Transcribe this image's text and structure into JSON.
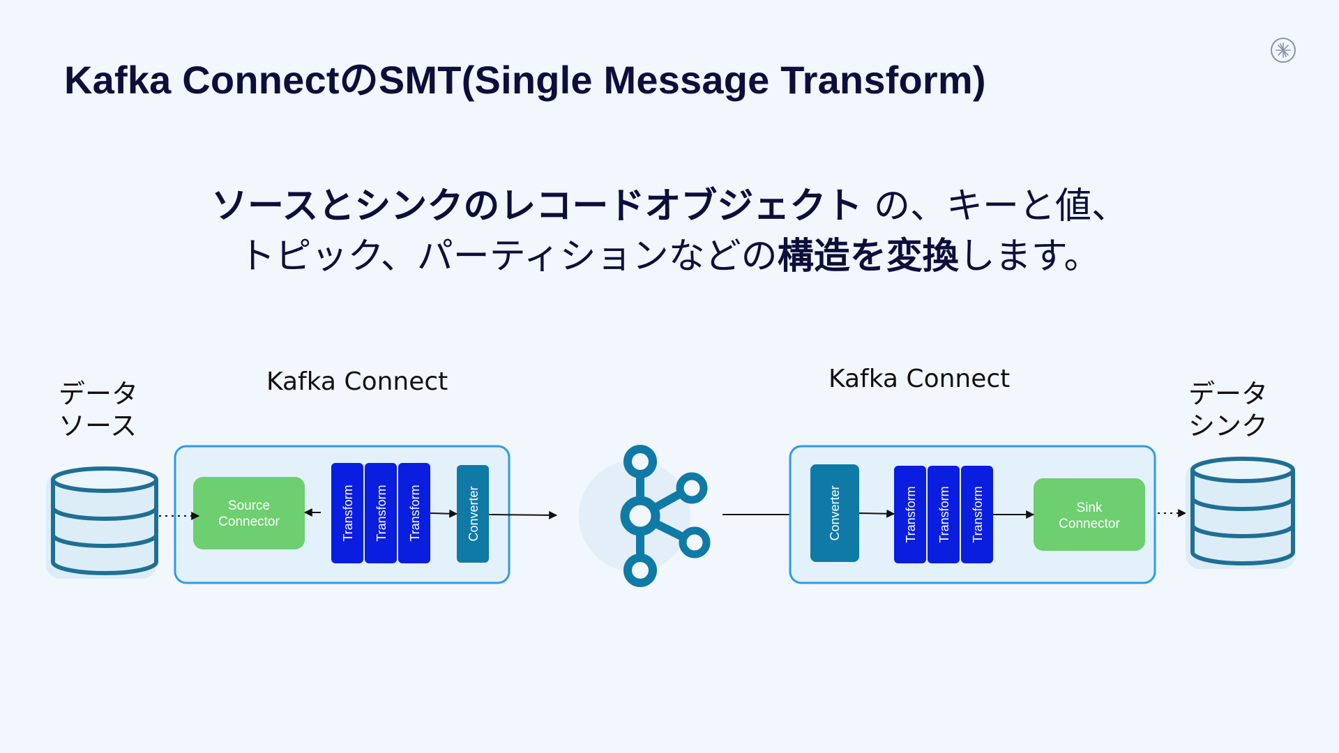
{
  "slide": {
    "title": "Kafka ConnectのSMT(Single Message Transform)",
    "subtitle_line1_bold": "ソースとシンクのレコードオブジェクト",
    "subtitle_line1_rest": " の、キーと値、",
    "subtitle_line2_pre": "トピック、パーティションなどの",
    "subtitle_line2_bold": "構造を変換",
    "subtitle_line2_post": "します。"
  },
  "diagram": {
    "left": {
      "data_label_line1": "データ",
      "data_label_line2": "ソース",
      "connect_label": "Kafka Connect",
      "connector_line1": "Source",
      "connector_line2": "Connector",
      "transforms": [
        "Transform",
        "Transform",
        "Transform"
      ],
      "converter": "Converter"
    },
    "right": {
      "data_label_line1": "データ",
      "data_label_line2": "シンク",
      "connect_label": "Kafka Connect",
      "connector_line1": "Sink",
      "connector_line2": "Connector",
      "transforms": [
        "Transform",
        "Transform",
        "Transform"
      ],
      "converter": "Converter"
    }
  },
  "colors": {
    "background": "#f2f6fd",
    "title": "#0d0f3a",
    "connect_box_border": "#2e9be6",
    "connect_box_fill": "#e3f1fb",
    "connector_green": "#6dcf6f",
    "transform_blue": "#0a1ee0",
    "converter_teal": "#0f7aa6",
    "kafka_icon": "#0f7aa6",
    "db_stroke": "#1f6f94"
  },
  "icons": {
    "logo": "confluent-logo-icon",
    "kafka": "kafka-logo-icon",
    "database": "database-icon"
  }
}
